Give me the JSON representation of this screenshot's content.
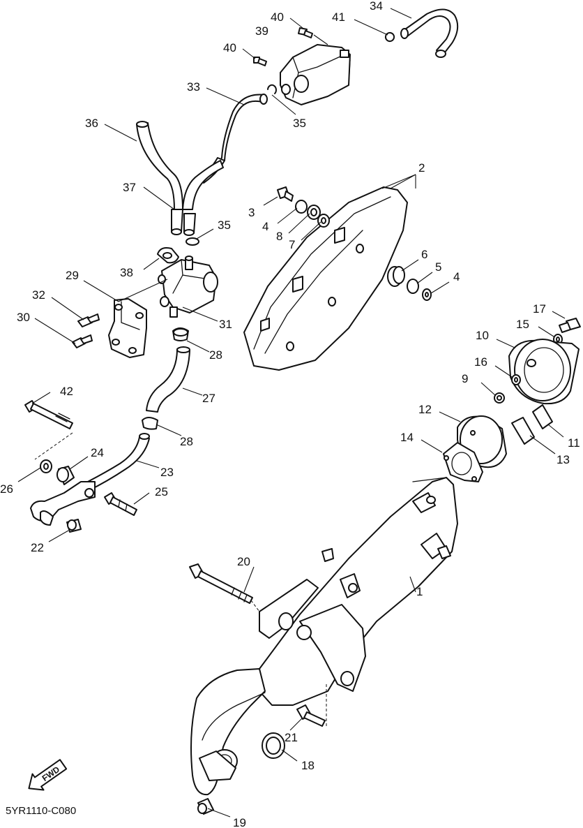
{
  "diagram": {
    "drawing_code": "5YR1110-C080",
    "fwd_label": "FWD",
    "callouts": [
      "1",
      "2",
      "3",
      "4",
      "4",
      "5",
      "6",
      "7",
      "8",
      "9",
      "10",
      "11",
      "12",
      "13",
      "14",
      "15",
      "16",
      "17",
      "18",
      "19",
      "20",
      "21",
      "22",
      "23",
      "24",
      "25",
      "26",
      "27",
      "28",
      "28",
      "29",
      "30",
      "31",
      "32",
      "33",
      "34",
      "35",
      "35",
      "36",
      "37",
      "38",
      "39",
      "40",
      "40",
      "41",
      "42"
    ]
  }
}
